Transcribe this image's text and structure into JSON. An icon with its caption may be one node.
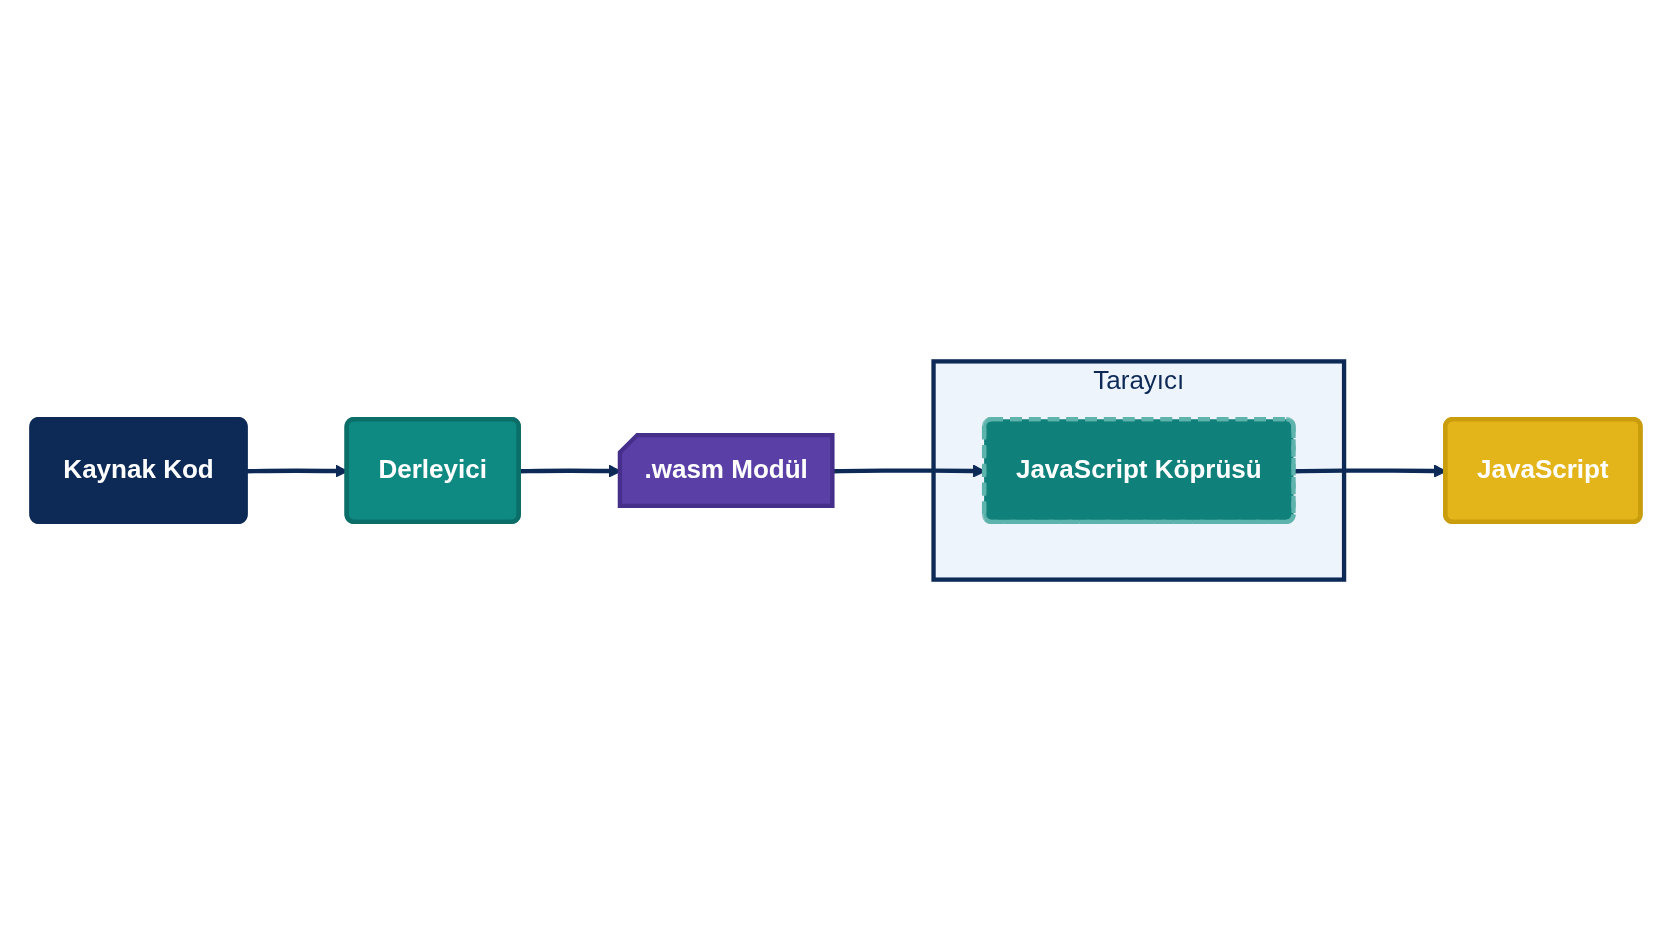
{
  "diagram": {
    "nodes": [
      {
        "text": [
          "Kaynak Kod"
        ]
      },
      {
        "text": [
          "Derleyici"
        ]
      },
      {
        "text": [
          ".wasm Modül"
        ]
      },
      {
        "text": [
          "Tarayıcı"
        ]
      },
      {
        "text": [
          "JavaScript Köprüsü"
        ],
        "in": 3
      },
      {
        "text": [
          "JavaScript"
        ]
      }
    ],
    "edges": [
      {
        "from": 0,
        "to": 1,
        "arrow": "to"
      },
      {
        "from": 1,
        "to": 2,
        "arrow": "to"
      },
      {
        "from": 2,
        "to": 4,
        "arrow": "to"
      },
      {
        "from": 4,
        "to": 5,
        "arrow": "to"
      }
    ]
  }
}
